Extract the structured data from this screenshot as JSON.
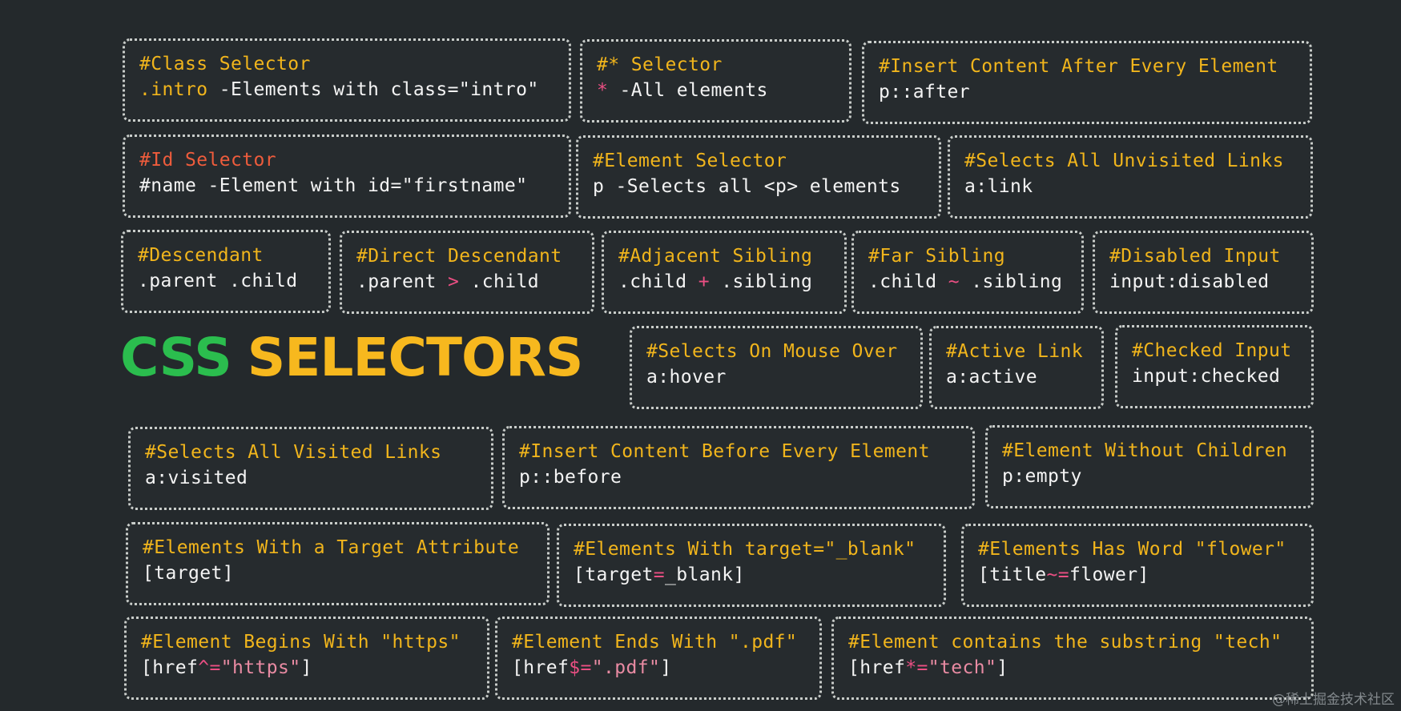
{
  "headline": {
    "word1": "CSS",
    "word2": "SELECTORS"
  },
  "watermark": "@稀土掘金技术社区",
  "colors": {
    "background": "#24292c",
    "title": "#f1b51c",
    "title_highlight": "#ee5c3c",
    "code": "#f4f4f4",
    "operator": "#ea4f83",
    "headline_css": "#2bbd4e",
    "headline_selectors": "#f7b81e",
    "card_border": "#c9cdca"
  },
  "cards": {
    "class_selector": {
      "title": "#Class Selector",
      "code_selector": ".intro",
      "code_desc": " -Elements with class=\"intro\""
    },
    "universal_selector": {
      "title": "#* Selector",
      "code_selector": "*",
      "code_desc": "  -All elements"
    },
    "after": {
      "title": "#Insert Content After Every Element",
      "code": "p::after"
    },
    "id_selector": {
      "title": "#Id Selector",
      "code_selector": "#name",
      "code_desc": "  -Element with id=\"firstname\""
    },
    "element_selector": {
      "title": "#Element Selector",
      "code_selector": "p",
      "code_desc": "  -Selects all <p> elements"
    },
    "link": {
      "title": "#Selects All Unvisited Links",
      "code": "a:link"
    },
    "descendant": {
      "title": "#Descendant",
      "code_a": ".parent",
      "code_op": " ",
      "code_b": ".child"
    },
    "direct_descendant": {
      "title": "#Direct Descendant",
      "code_a": ".parent",
      "code_op": " > ",
      "code_b": ".child"
    },
    "adjacent_sibling": {
      "title": "#Adjacent Sibling",
      "code_a": ".child",
      "code_op": " + ",
      "code_b": ".sibling"
    },
    "far_sibling": {
      "title": "#Far Sibling",
      "code_a": ".child",
      "code_op": " ~ ",
      "code_b": ".sibling"
    },
    "disabled": {
      "title": "#Disabled Input",
      "code": "input:disabled"
    },
    "hover": {
      "title": "#Selects On Mouse Over",
      "code": "a:hover"
    },
    "active": {
      "title": "#Active Link",
      "code": "a:active"
    },
    "checked": {
      "title": "#Checked Input",
      "code": "input:checked"
    },
    "visited": {
      "title": "#Selects All Visited Links",
      "code": "a:visited"
    },
    "before": {
      "title": "#Insert Content Before Every Element",
      "code": "p::before"
    },
    "empty": {
      "title": "#Element Without Children",
      "code": "p:empty"
    },
    "target_attr": {
      "title": "#Elements With a Target Attribute",
      "code": "[target]"
    },
    "target_blank": {
      "title": "#Elements With target=\"_blank\"",
      "code_pre": "[target",
      "code_op": "=",
      "code_post": "_blank]"
    },
    "word_flower": {
      "title": "#Elements Has Word \"flower\"",
      "code_pre": "[title",
      "code_op": "~=",
      "code_post": "flower]"
    },
    "begins_with": {
      "title": "#Element Begins With \"https\"",
      "code_pre": "[href",
      "code_op": "^=",
      "code_str": "\"https\"",
      "code_post": "]"
    },
    "ends_with": {
      "title": "#Element Ends With \".pdf\"",
      "code_pre": "[href",
      "code_op": "$=",
      "code_str": "\".pdf\"",
      "code_post": "]"
    },
    "contains": {
      "title": "#Element contains the substring \"tech\"",
      "code_pre": "[href",
      "code_op": "*=",
      "code_str": "\"tech\"",
      "code_post": "]"
    }
  }
}
